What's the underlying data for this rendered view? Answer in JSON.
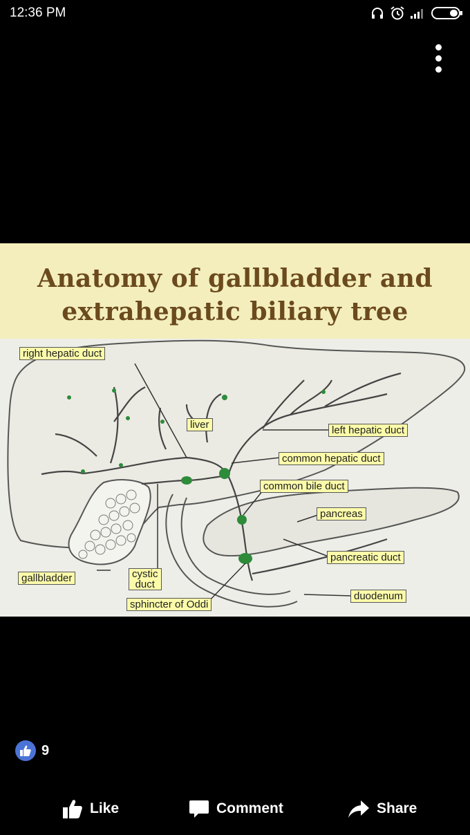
{
  "status_bar": {
    "time": "12:36 PM",
    "icons": [
      "headphones-icon",
      "alarm-icon",
      "signal-icon",
      "battery-icon"
    ]
  },
  "post_image": {
    "title_line1": "Anatomy of gallbladder and",
    "title_line2": "extrahepatic biliary tree",
    "labels": {
      "right_hepatic_duct": "right hepatic duct",
      "liver": "liver",
      "left_hepatic_duct": "left hepatic duct",
      "common_hepatic_duct": "common hepatic duct",
      "common_bile_duct": "common bile duct",
      "pancreas": "pancreas",
      "pancreatic_duct": "pancreatic duct",
      "gallbladder": "gallbladder",
      "cystic_duct_line1": "cystic",
      "cystic_duct_line2": "duct",
      "sphincter_of_oddi": "sphincter of Oddi",
      "duodenum": "duodenum"
    }
  },
  "reactions": {
    "count": "9",
    "icon": "thumbs-up-icon"
  },
  "actions": {
    "like": "Like",
    "comment": "Comment",
    "share": "Share"
  },
  "colors": {
    "background": "#000000",
    "title_text": "#6b4a1d",
    "label_fill": "#fbfbaa",
    "reaction_blue": "#4b73d6"
  }
}
